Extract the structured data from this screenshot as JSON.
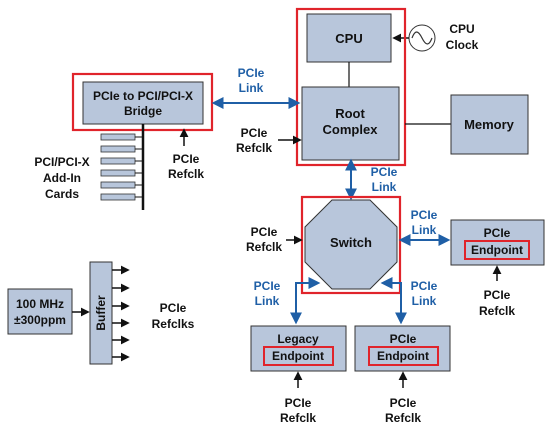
{
  "nodes": {
    "cpu": "CPU",
    "cpu_clock": [
      "CPU",
      "Clock"
    ],
    "bridge": [
      "PCIe to PCI/PCI-X",
      "Bridge"
    ],
    "root_complex": [
      "Root",
      "Complex"
    ],
    "memory": "Memory",
    "switch": "Switch",
    "pcie_endpoint_title": "PCIe",
    "endpoint": "Endpoint",
    "legacy_title": "Legacy",
    "pcie_title": "PCIe",
    "oscillator": [
      "100 MHz",
      "±300ppm"
    ],
    "buffer": "Buffer"
  },
  "labels": {
    "pcie_link": [
      "PCIe",
      "Link"
    ],
    "pcie_refclk": [
      "PCIe",
      "Refclk"
    ],
    "pcie_refclks": [
      "PCIe",
      "Refclks"
    ],
    "addin_cards": [
      "PCI/PCI-X",
      "Add-In",
      "Cards"
    ]
  },
  "colors": {
    "box_fill": "#b8c6db",
    "highlight": "#e0242b",
    "link_arrow": "#1f5fa6",
    "link_text": "#1f5fa6"
  }
}
